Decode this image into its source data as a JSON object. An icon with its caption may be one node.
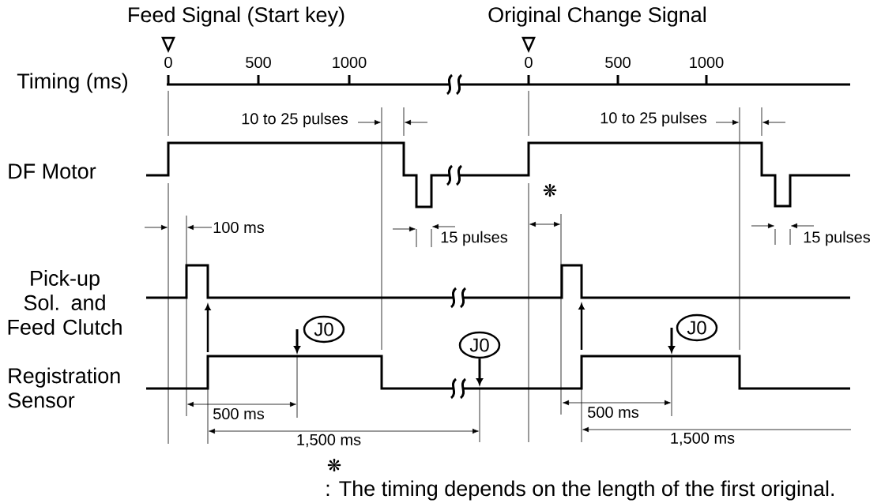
{
  "diagram": {
    "nodes": [
      {
        "text": [
          "J0"
        ]
      },
      {
        "text": [
          "J0"
        ]
      },
      {
        "text": [
          "J0"
        ]
      }
    ],
    "edges": [
      {
        "from": 0,
        "to": null,
        "arrow": "to"
      },
      {
        "from": 1,
        "to": null,
        "arrow": "to"
      },
      {
        "from": 2,
        "to": null,
        "arrow": "to"
      }
    ],
    "labels": [
      "Feed Signal (Start key)",
      "Original Change Signal",
      "0",
      "500",
      "1000",
      "0",
      "500",
      "1000",
      "Timing (ms)",
      "10 to 25 pulses",
      "10 to 25 pulses",
      "DF Motor",
      "❋",
      "100 ms",
      "15 pulses",
      "15 pulses",
      "Pick-up Sol. and Feed Clutch",
      "Registration Sensor",
      "500 ms",
      "1,500 ms",
      "500 ms",
      "1,500 ms",
      "❋",
      ": The timing depends on the length of the first original."
    ]
  }
}
